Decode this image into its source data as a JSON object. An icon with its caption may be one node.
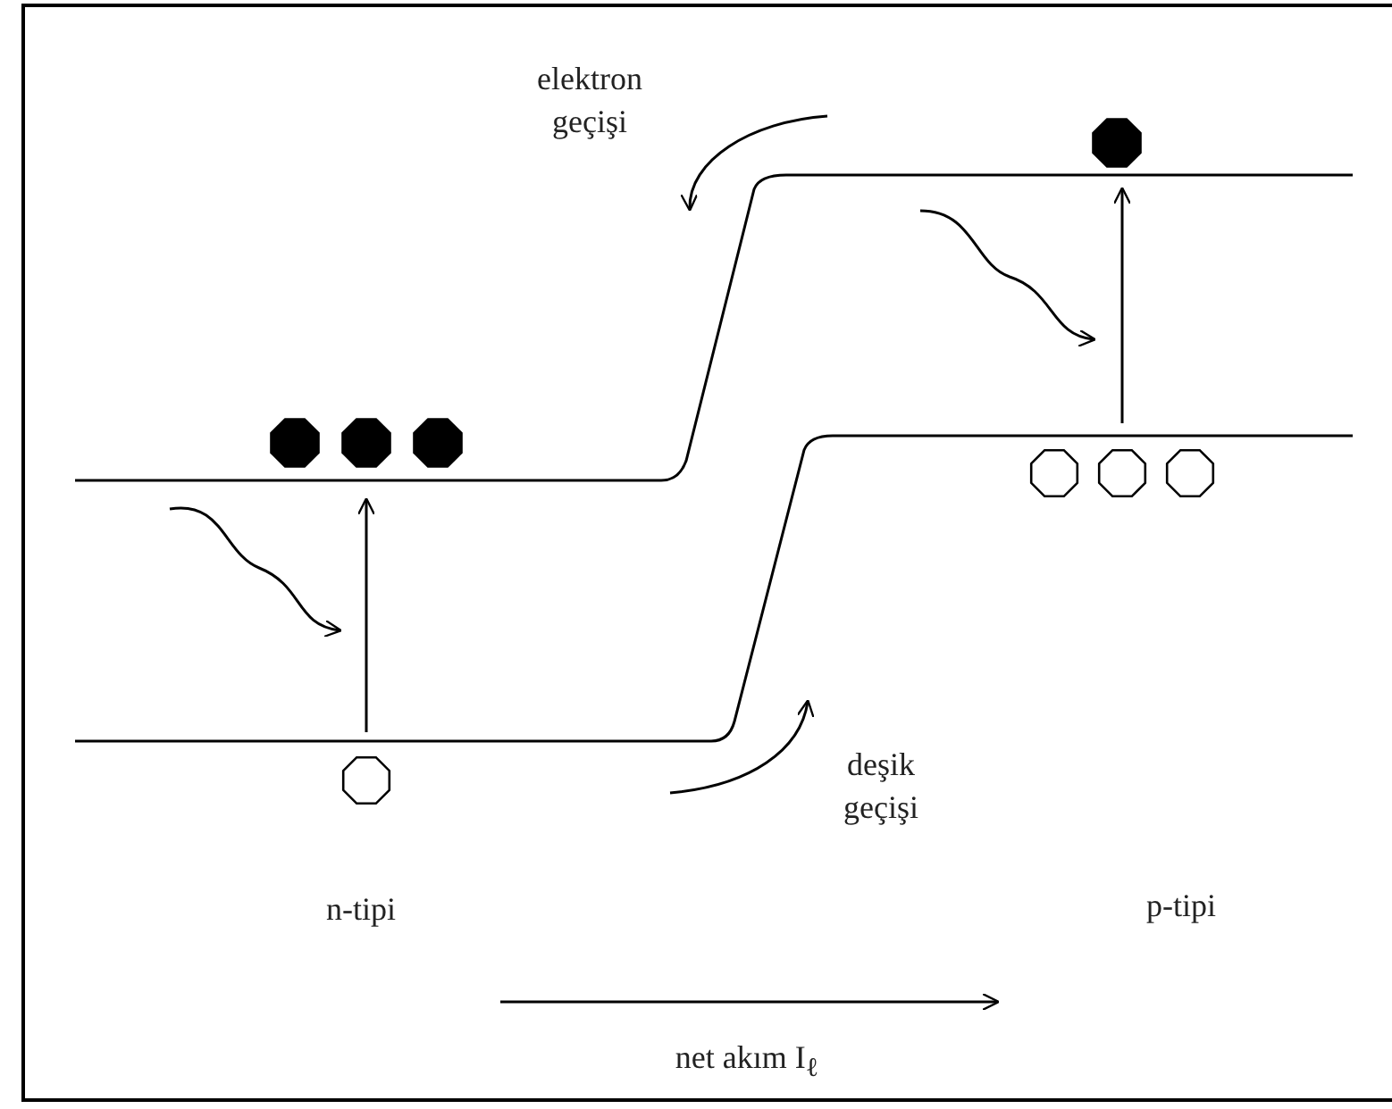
{
  "diagram": {
    "labels": [
      "elektron geçişi",
      "deşik geçişi",
      "n-tipi",
      "p-tipi",
      "net akım I$_{ℓ}$"
    ]
  }
}
